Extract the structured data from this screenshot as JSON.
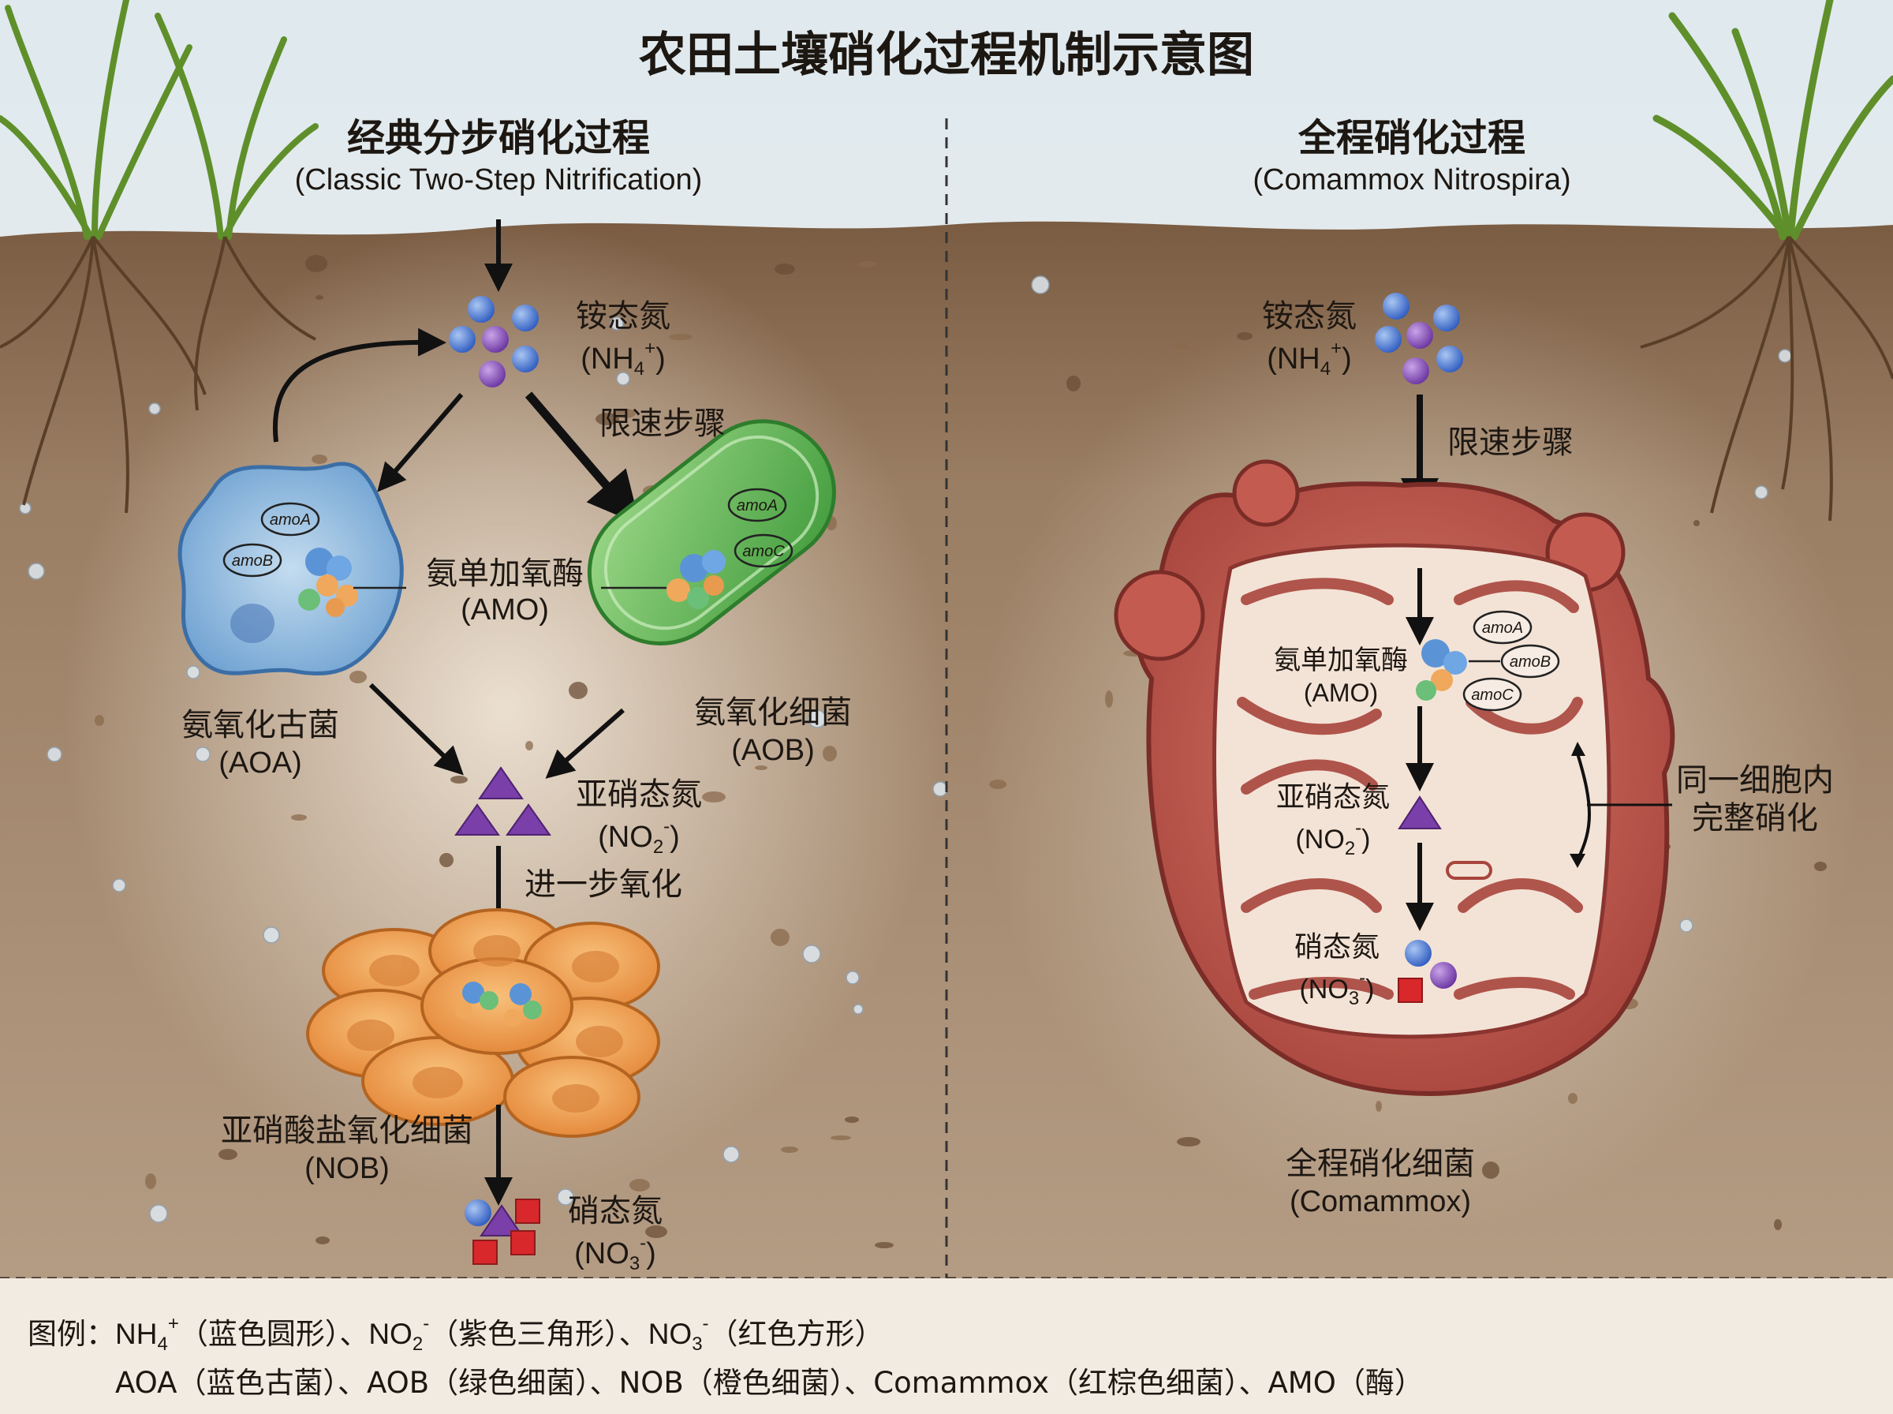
{
  "title": "农田土壤硝化过程机制示意图",
  "left": {
    "heading_cn": "经典分步硝化过程",
    "heading_en": "(Classic Two-Step Nitrification)",
    "ammonium_cn": "铵态氮",
    "ammonium_formula": {
      "pre": "(NH",
      "sub": "4",
      "sup": "+",
      "post": ")"
    },
    "rate_limiting": "限速步骤",
    "amo_cn": "氨单加氧酶",
    "amo_en": "(AMO)",
    "aoa_cn": "氨氧化古菌",
    "aoa_en": "(AOA)",
    "aob_cn": "氨氧化细菌",
    "aob_en": "(AOB)",
    "aoa_genes": [
      "amoA",
      "amoB"
    ],
    "aob_genes": [
      "amoA",
      "amoC"
    ],
    "nitrite_cn": "亚硝态氮",
    "nitrite_formula": {
      "pre": "(NO",
      "sub": "2",
      "sup": "-",
      "post": ")"
    },
    "further_oxidation": "进一步氧化",
    "nob_cn": "亚硝酸盐氧化细菌",
    "nob_en": "(NOB)",
    "nitrate_cn": "硝态氮",
    "nitrate_formula": {
      "pre": "(NO",
      "sub": "3",
      "sup": "-",
      "post": ")"
    }
  },
  "right": {
    "heading_cn": "全程硝化过程",
    "heading_en": "(Comammox Nitrospira)",
    "ammonium_cn": "铵态氮",
    "ammonium_formula": {
      "pre": "(NH",
      "sub": "4",
      "sup": "+",
      "post": ")"
    },
    "rate_limiting": "限速步骤",
    "amo_cn": "氨单加氧酶",
    "amo_en": "(AMO)",
    "genes": [
      "amoA",
      "amoB",
      "amoC"
    ],
    "nitrite_cn": "亚硝态氮",
    "nitrite_formula": {
      "pre": "(NO",
      "sub": "2",
      "sup": "-",
      "post": ")"
    },
    "nitrate_cn": "硝态氮",
    "nitrate_formula": {
      "pre": "(NO",
      "sub": "3",
      "sup": "-",
      "post": ")"
    },
    "same_cell_line1": "同一细胞内",
    "same_cell_line2": "完整硝化",
    "comammox_cn": "全程硝化细菌",
    "comammox_en": "(Comammox)"
  },
  "legend": {
    "line1": {
      "label": "图例：",
      "nh4": {
        "pre": "NH",
        "sub": "4",
        "sup": "+"
      },
      "nh4_desc": "（蓝色圆形）、",
      "no2": {
        "pre": "NO",
        "sub": "2",
        "sup": "-"
      },
      "no2_desc": "（紫色三角形）、",
      "no3": {
        "pre": "NO",
        "sub": "3",
        "sup": "-"
      },
      "no3_desc": "（红色方形）"
    },
    "line2": "AOA（蓝色古菌）、AOB（绿色细菌）、NOB（橙色细菌）、Comammox（红棕色细菌）、AMO（酶）"
  },
  "colors": {
    "ammonium_blue": "#3f6fd0",
    "nitrite_purple": "#7a3fa8",
    "nitrate_red": "#d8282c",
    "aoa_blue": "#7fb0da",
    "aob_green": "#5cb84c",
    "nob_orange": "#f0a052",
    "comammox_red": "#c0524a",
    "soil": "#8a6d52"
  }
}
